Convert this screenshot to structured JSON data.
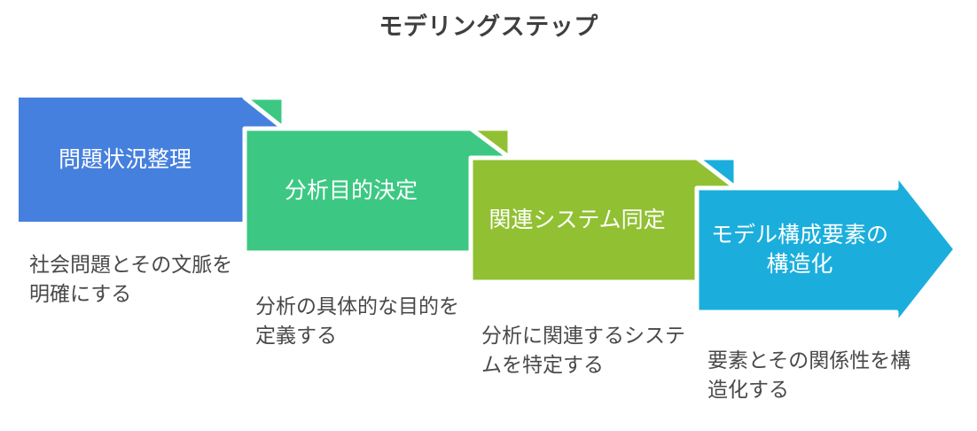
{
  "title": "モデリングステップ",
  "diagram": {
    "type": "process-chevron-cascade",
    "direction": "left-to-right-descending",
    "background": "#ffffff",
    "title_color": "#3f3f3f",
    "caption_color": "#494949",
    "label_color": "#ffffff",
    "steps": [
      {
        "index": "1",
        "label": "問題状況整理",
        "caption": "社会問題とその文脈を明確にする",
        "color": "#4680de",
        "has_arrowhead": "false"
      },
      {
        "index": "2",
        "label": "分析目的決定",
        "caption": "分析の具体的な目的を定義する",
        "color": "#3cc883",
        "has_arrowhead": "false"
      },
      {
        "index": "3",
        "label": "関連システム同定",
        "caption": "分析に関連するシステムを特定する",
        "color": "#91c032",
        "has_arrowhead": "false"
      },
      {
        "index": "4",
        "label": "モデル構成要素の構造化",
        "caption": "要素とその関係性を構造化する",
        "color": "#1baedc",
        "has_arrowhead": "true"
      }
    ]
  }
}
